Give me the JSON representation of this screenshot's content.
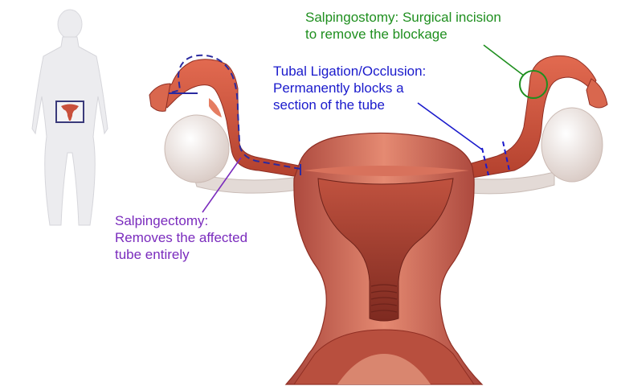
{
  "annotations": {
    "salpingostomy": {
      "lines": [
        "Salpingostomy: Surgical incision",
        "to remove the blockage"
      ],
      "color": "#1f8f1f"
    },
    "ligation": {
      "lines": [
        "Tubal Ligation/Occlusion:",
        "Permanently blocks a",
        "section of the tube"
      ],
      "color": "#1a1acc"
    },
    "salpingectomy": {
      "lines": [
        "Salpingectomy:",
        "Removes the affected",
        "tube entirely"
      ],
      "color": "#7a2bbd"
    }
  },
  "colors": {
    "tissue_light": "#e07a63",
    "tissue_mid": "#c85a46",
    "tissue_dark": "#8f2e23",
    "tube": "#d2553c",
    "ovary": "#ece2de",
    "body_silhouette": "#e9e9ec"
  },
  "icons": [
    "body-silhouette-icon",
    "uterus-thumbnail-icon"
  ]
}
